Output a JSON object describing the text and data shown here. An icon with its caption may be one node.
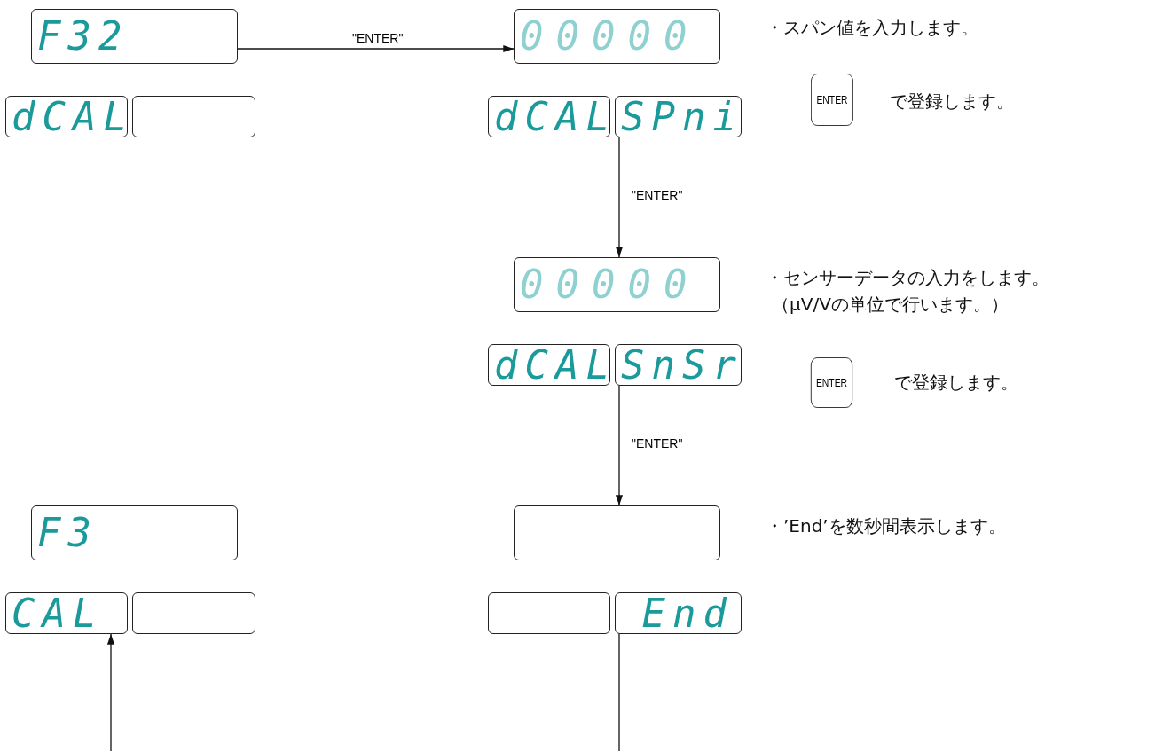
{
  "diagram": {
    "nodes": [
      {
        "text": [
          "F32"
        ]
      },
      {
        "text": [
          "00000"
        ]
      },
      {
        "text": [
          "ENTER"
        ]
      },
      {
        "text": [
          "dCAL"
        ]
      },
      {
        "text": [],
        "shape": "box"
      },
      {
        "text": [
          "dCAL"
        ]
      },
      {
        "text": [
          "SPni"
        ]
      },
      {
        "text": [
          "00000"
        ]
      },
      {
        "text": [
          "dCAL"
        ]
      },
      {
        "text": [
          "SnSr"
        ]
      },
      {
        "text": [
          "ENTER"
        ]
      },
      {
        "text": [
          "F3"
        ]
      },
      {
        "text": [],
        "shape": "box"
      },
      {
        "text": [
          "CAL"
        ]
      },
      {
        "text": [],
        "shape": "box"
      },
      {
        "text": [],
        "shape": "box"
      },
      {
        "text": [
          "End"
        ]
      }
    ],
    "edges": [
      {
        "from": 0,
        "to": 1,
        "arrow": "to",
        "label": "\"ENTER\""
      },
      {
        "from": 6,
        "to": 7,
        "arrow": "to",
        "label": "\"ENTER\""
      },
      {
        "from": 9,
        "to": 12,
        "arrow": "to",
        "label": "\"ENTER\""
      },
      {
        "from": 16,
        "to": null,
        "arrow": "none"
      },
      {
        "from": null,
        "to": 13,
        "arrow": "to"
      }
    ],
    "labels": [
      "・スパン値を入力します。",
      "で登録します。",
      "・センサーデータの入力をします。",
      "（μV/Vの単位で行います。）",
      "で登録します。",
      "・’End’を数秒間表示します。"
    ]
  }
}
